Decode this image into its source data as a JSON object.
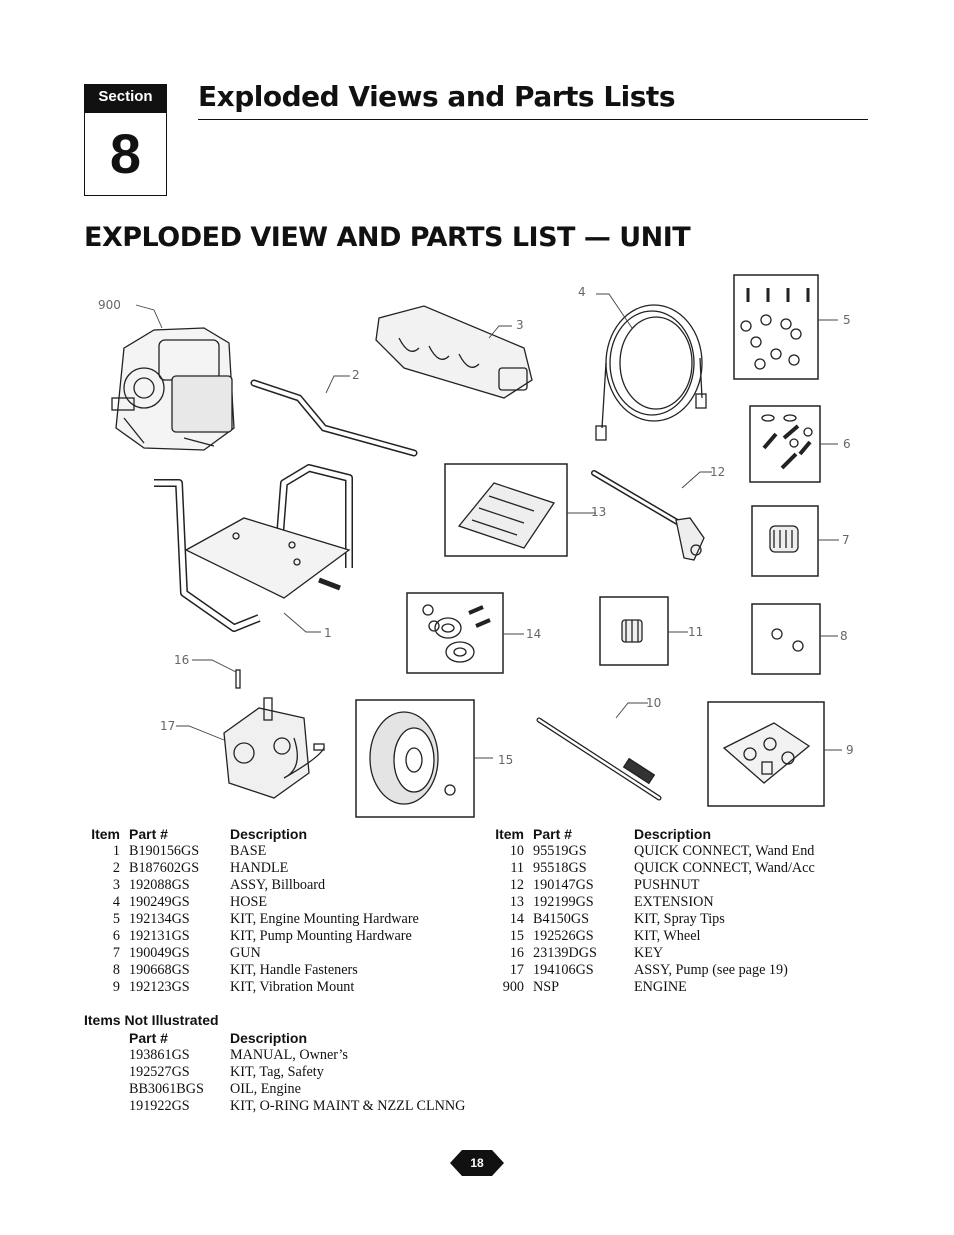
{
  "section": {
    "label": "Section",
    "number": "8",
    "title": "Exploded Views and Parts Lists"
  },
  "subtitle": "EXPLODED VIEW AND PARTS LIST — UNIT",
  "callouts": [
    "900",
    "2",
    "3",
    "4",
    "5",
    "6",
    "7",
    "8",
    "9",
    "10",
    "11",
    "12",
    "13",
    "14",
    "15",
    "16",
    "17",
    "1"
  ],
  "table_headers": {
    "item": "Item",
    "part": "Part #",
    "description": "Description"
  },
  "parts_left": [
    {
      "item": "1",
      "part": "B190156GS",
      "desc": "BASE"
    },
    {
      "item": "2",
      "part": "B187602GS",
      "desc": "HANDLE"
    },
    {
      "item": "3",
      "part": "192088GS",
      "desc": "ASSY, Billboard"
    },
    {
      "item": "4",
      "part": "190249GS",
      "desc": "HOSE"
    },
    {
      "item": "5",
      "part": "192134GS",
      "desc": "KIT, Engine Mounting Hardware"
    },
    {
      "item": "6",
      "part": "192131GS",
      "desc": "KIT, Pump Mounting Hardware"
    },
    {
      "item": "7",
      "part": "190049GS",
      "desc": "GUN"
    },
    {
      "item": "8",
      "part": "190668GS",
      "desc": "KIT, Handle Fasteners"
    },
    {
      "item": "9",
      "part": "192123GS",
      "desc": "KIT, Vibration Mount"
    }
  ],
  "parts_right": [
    {
      "item": "10",
      "part": "95519GS",
      "desc": "QUICK CONNECT, Wand End"
    },
    {
      "item": "11",
      "part": "95518GS",
      "desc": "QUICK CONNECT, Wand/Acc"
    },
    {
      "item": "12",
      "part": "190147GS",
      "desc": "PUSHNUT"
    },
    {
      "item": "13",
      "part": "192199GS",
      "desc": "EXTENSION"
    },
    {
      "item": "14",
      "part": "B4150GS",
      "desc": "KIT, Spray Tips"
    },
    {
      "item": "15",
      "part": "192526GS",
      "desc": "KIT, Wheel"
    },
    {
      "item": "16",
      "part": "23139DGS",
      "desc": "KEY"
    },
    {
      "item": "17",
      "part": "194106GS",
      "desc": "ASSY, Pump (see page 19)"
    },
    {
      "item": "900",
      "part": "NSP",
      "desc": "ENGINE"
    }
  ],
  "not_illustrated": {
    "title": "Items Not Illustrated",
    "rows": [
      {
        "part": "193861GS",
        "desc": "MANUAL, Owner’s"
      },
      {
        "part": "192527GS",
        "desc": "KIT, Tag, Safety"
      },
      {
        "part": "BB3061BGS",
        "desc": "OIL, Engine"
      },
      {
        "part": "191922GS",
        "desc": "KIT, O-RING MAINT & NZZL CLNNG"
      }
    ]
  },
  "page_number": "18"
}
